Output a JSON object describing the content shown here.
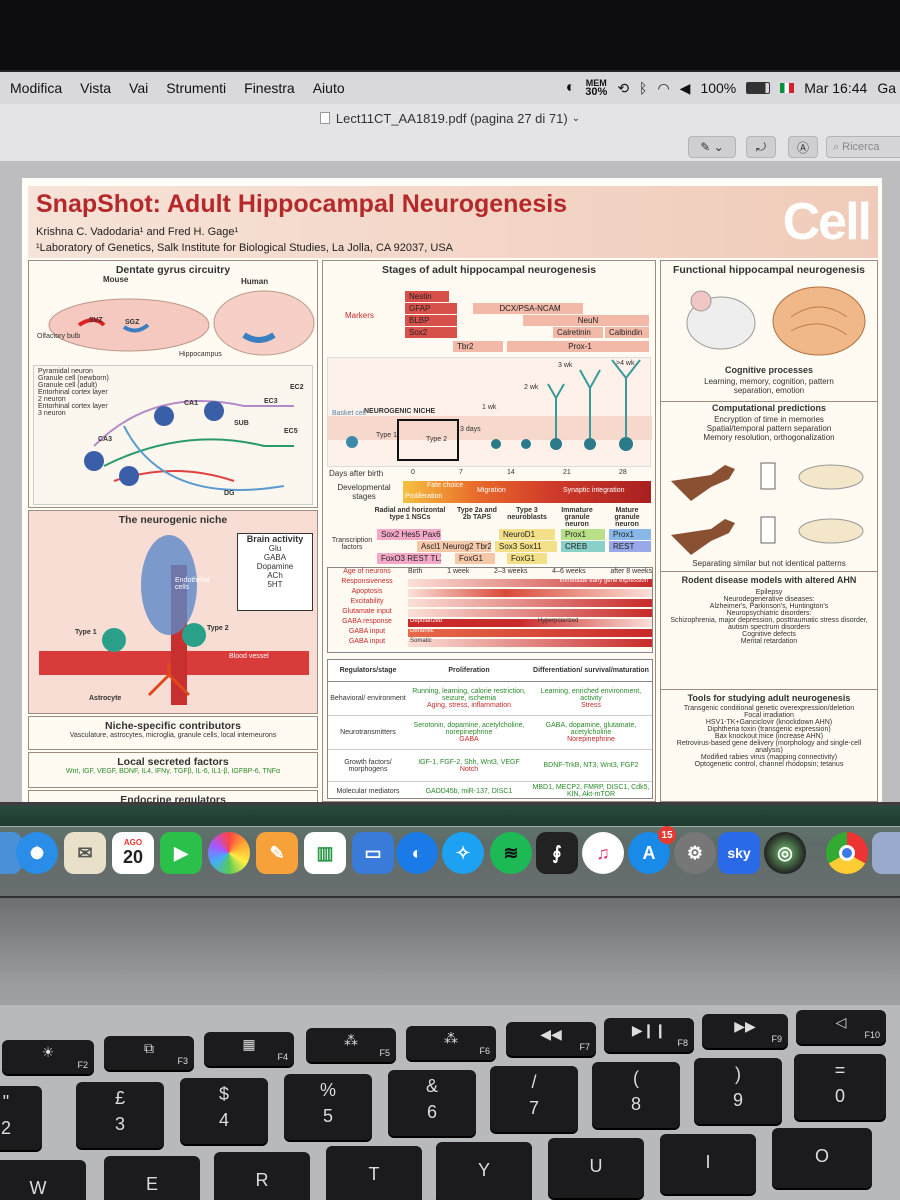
{
  "menubar": {
    "items": [
      "Modifica",
      "Vista",
      "Vai",
      "Strumenti",
      "Finestra",
      "Aiuto"
    ],
    "mem_label": "MEM",
    "mem_value": "30%",
    "battery": "100%",
    "clock": "Mar 16:44",
    "user_initial": "Ga"
  },
  "window": {
    "title": "Lect11CT_AA1819.pdf (pagina 27 di 71)",
    "search_placeholder": "Ricerca"
  },
  "paper": {
    "title": "SnapShot: Adult Hippocampal Neurogenesis",
    "authors": "Krishna C. Vadodaria¹ and Fred H. Gage¹",
    "affiliation": "¹Laboratory of Genetics, Salk Institute for Biological Studies, La Jolla, CA 92037, USA",
    "logo": "Cell",
    "left": {
      "circuitry_title": "Dentate gyrus circuitry",
      "mouse": "Mouse",
      "human": "Human",
      "svz": "SVZ",
      "sgz": "SGZ",
      "olfactory": "Olfactory bulb",
      "hippocampus": "Hippocampus",
      "legend": [
        "Pyramidal neuron",
        "Granule cell (newborn)",
        "Granule cell (adult)",
        "Entorhinal cortex layer 2 neuron",
        "Entorhinal cortex layer 3 neuron"
      ],
      "regions": [
        "CA1",
        "EC2",
        "EC3",
        "SUB",
        "EC5",
        "CA3",
        "DG"
      ],
      "niche_title": "The neurogenic niche",
      "brain_activity_title": "Brain activity",
      "brain_activity": [
        "Glu",
        "GABA",
        "Dopamine",
        "ACh",
        "5HT"
      ],
      "endothelial": "Endothelial cells",
      "type1": "Type 1",
      "type2": "Type 2",
      "blood_vessel": "Blood vessel",
      "astrocyte": "Astrocyte",
      "contributors_title": "Niche-specific contributors",
      "contributors": "Vasculature, astrocytes, microglia, granule cells, local interneurons",
      "secreted_title": "Local secreted factors",
      "secreted": "Wnt, IGF, VEGF, BDNF, IL4, IFNγ, TGFβ, IL-6, IL1-β, IGFBP-6, TNFα",
      "endocrine_title": "Endocrine regulators"
    },
    "middle": {
      "title": "Stages of adult hippocampal neurogenesis",
      "markers_label": "Markers",
      "markers": [
        "Nestin",
        "GFAP",
        "DCX/PSA-NCAM",
        "BLBP",
        "NeuN",
        "Sox2",
        "Calretinin",
        "Calbindin",
        "Tbr2",
        "Prox-1"
      ],
      "weeks": [
        "3 wk",
        ">4 wk",
        "2 wk",
        "1 wk",
        "3 days"
      ],
      "basket": "Basket cell",
      "niche_label": "NEUROGENIC NICHE",
      "types": [
        "Type 1",
        "Type 2"
      ],
      "days_label": "Days after birth",
      "days": [
        "0",
        "7",
        "14",
        "21",
        "28"
      ],
      "dev_label": "Developmental stages",
      "dev_stages": [
        "Fate choice",
        "Migration",
        "Synaptic integration",
        "Proliferation"
      ],
      "cell_stages": [
        "Radial and horizontal type 1 NSCs",
        "Type 2a and 2b TAPS",
        "Type 3 neuroblasts",
        "Immature granule neuron",
        "Mature granule neuron"
      ],
      "tf_label": "Transcription factors",
      "tf": [
        "Sox2 Hes5 Pax6",
        "Ascl1 Neurog2 Tbr2",
        "NeuroD1",
        "Sox3 Sox11",
        "Prox1",
        "CREB",
        "Prox1",
        "REST",
        "FoxO3 REST TLX",
        "FoxG1",
        "FoxG1"
      ],
      "age_rows": [
        "Age of neurons",
        "Responsiveness",
        "Apoptosis",
        "Excitability",
        "Glutamate input",
        "GABA response",
        "GABA input",
        "GABA input"
      ],
      "age_cols": [
        "Birth",
        "1 week",
        "2–3 weeks",
        "4–6 weeks",
        "after 8 weeks"
      ],
      "age_notes": [
        "Immediate early gene expression",
        "Depolarized",
        "Hyperpolarized",
        "Dendritic",
        "Somatic"
      ],
      "reg_header": [
        "Regulators/stage",
        "Proliferation",
        "Differentiation/ survival/maturation"
      ],
      "reg_rows": [
        {
          "label": "Behavioral/ environment",
          "prolif_green": "Running, learning, calorie restriction, seizure, ischemia",
          "prolif_red": "Aging, stress, inflammation",
          "diff_green": "Learning, enriched environment, activity",
          "diff_red": "Stress"
        },
        {
          "label": "Neurotransmitters",
          "prolif_green": "Serotonin, dopamine, acetylcholine, norepinephrine",
          "prolif_red": "GABA",
          "diff_green": "GABA, dopamine, glutamate, acetylcholine",
          "diff_red": "Norepinephrine"
        },
        {
          "label": "Growth factors/ morphogens",
          "prolif_green": "IGF-1, FGF-2, Shh, Wnt3, VEGF",
          "prolif_red": "Notch",
          "diff_green": "BDNF-TrkB, NT3, Wnt3, FGF2",
          "diff_red": ""
        },
        {
          "label": "Molecular mediators",
          "prolif_green": "GADD45b, miR-137, DISC1",
          "prolif_red": "",
          "diff_green": "MBD1, MECP2, FMRP, DISC1, Cdk5, KIN, Akt-mTOR",
          "diff_red": ""
        }
      ]
    },
    "right": {
      "title": "Functional hippocampal neurogenesis",
      "cog_title": "Cognitive processes",
      "cog": "Learning, memory, cognition, pattern separation, emotion",
      "comp_title": "Computational predictions",
      "comp": [
        "Encryption of time in memories",
        "Spatial/temporal pattern separation",
        "Memory resolution, orthogonalization"
      ],
      "separation": "Separating similar but not identical patterns",
      "rodent_title": "Rodent disease models with altered AHN",
      "rodent": [
        "Epilepsy",
        "Neurodegenerative diseases:",
        "Alzheimer's, Parkinson's, Huntington's",
        "Neuropsychiatric disorders:",
        "Schizophrenia, major depression, posttraumatic stress disorder, autism spectrum disorders",
        "Cognitive defects",
        "Mental retardation"
      ],
      "tools_title": "Tools for studying adult neurogenesis",
      "tools": [
        "Transgenic conditional genetic overexpression/deletion",
        "Focal irradiation",
        "HSV1-TK+Ganciclovir (knockdown AHN)",
        "Diphtheria toxin (transgenic expression)",
        "Bax knockout mice (increase AHN)",
        "Retrovirus-based gene delivery (morphology and single-cell analysis)",
        "Modified rabies virus (mapping connectivity)",
        "Optogenetic control, channel rhodopsin; tetanus"
      ]
    }
  },
  "dock": {
    "calendar_month": "AGO",
    "calendar_day": "20",
    "appstore_badge": "15",
    "sky_label": "sky"
  },
  "keyboard": {
    "fkeys": [
      "F2",
      "F3",
      "F4",
      "F5",
      "F6",
      "F7",
      "F8",
      "F9",
      "F10"
    ],
    "numbers": [
      {
        "top": "£",
        "bottom": "3"
      },
      {
        "top": "$",
        "bottom": "4"
      },
      {
        "top": "%",
        "bottom": "5"
      },
      {
        "top": "&",
        "bottom": "6"
      },
      {
        "top": "/",
        "bottom": "7"
      },
      {
        "top": "(",
        "bottom": "8"
      },
      {
        "top": ")",
        "bottom": "9"
      },
      {
        "top": "=",
        "bottom": "0"
      }
    ],
    "letters": [
      "W",
      "E",
      "R",
      "T",
      "Y",
      "U",
      "I",
      "O"
    ],
    "leftkey_top": "\"",
    "leftkey_bottom": "2"
  },
  "colors": {
    "title_red": "#b5292b",
    "header_bg": "#f0cbb9",
    "bar_red": "#d8504a",
    "bar_light": "#f2b8a8",
    "green_text": "#2a8a2a"
  }
}
